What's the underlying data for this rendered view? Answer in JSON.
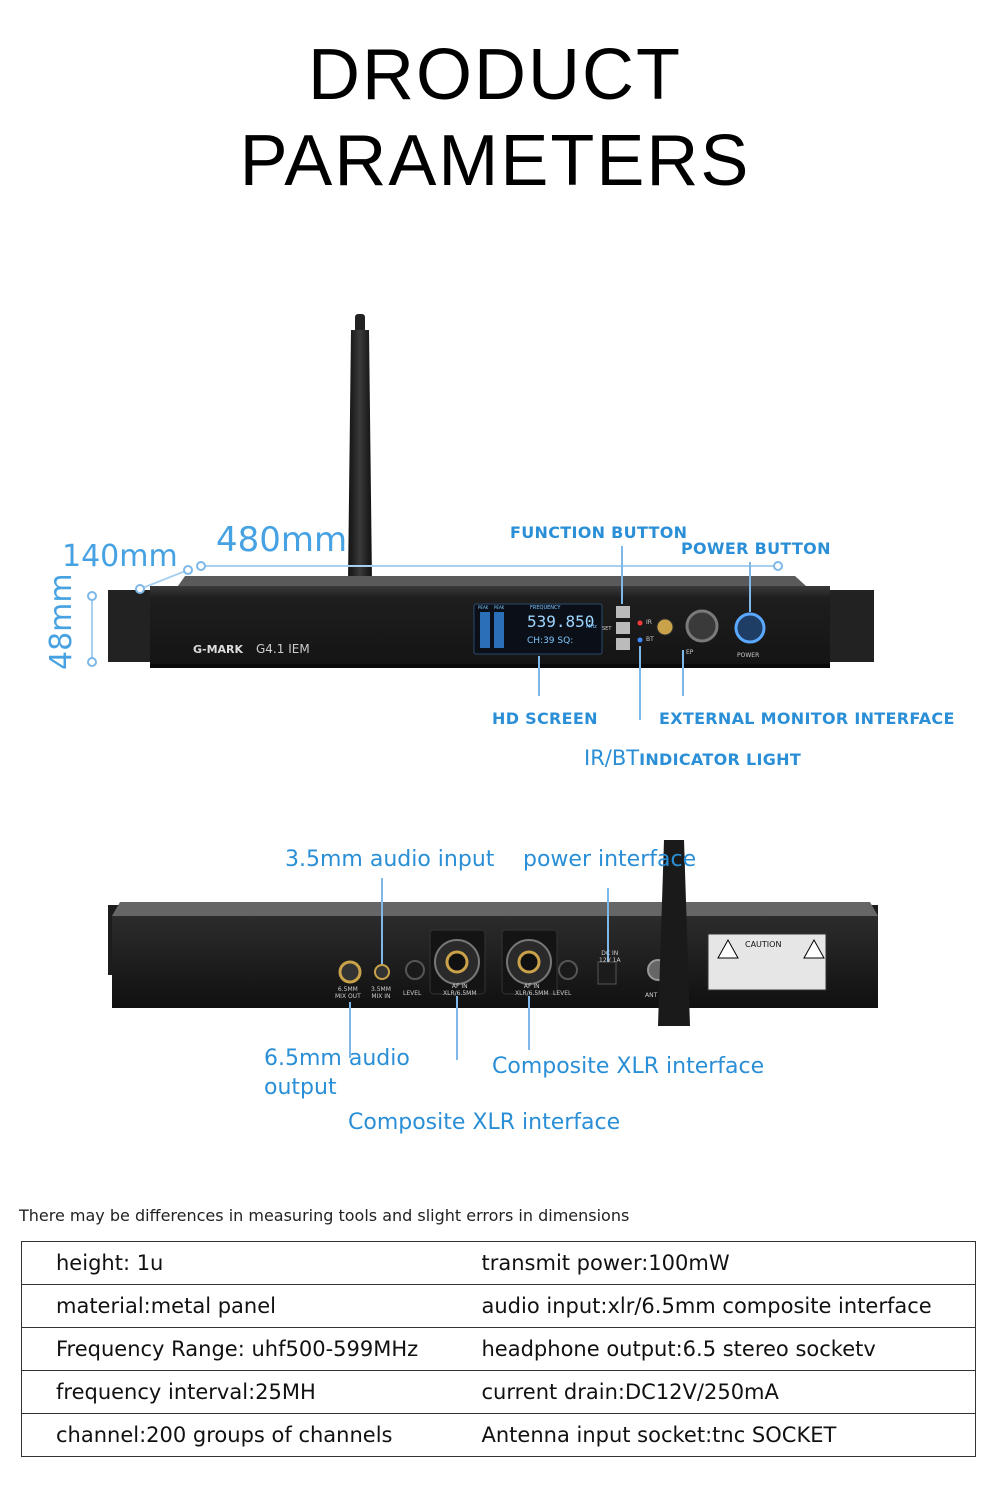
{
  "title": {
    "line1": "DRODUCT",
    "line2": "PARAMETERS"
  },
  "front": {
    "dimensions": {
      "depth": "140mm",
      "width": "480mm",
      "height": "48mm"
    },
    "callouts": {
      "function_button": "FUNCTION BUTTON",
      "power_button": "POWER BUTTON",
      "hd_screen": "HD SCREEN",
      "external_monitor": "EXTERNAL MONITOR INTERFACE",
      "ir_bt_prefix": "IR/BT",
      "ir_bt_suffix": "INDICATOR LIGHT"
    },
    "panel": {
      "brand": "G-MARK",
      "model": "G4.1 IEM",
      "frequency": "539.850",
      "freq_unit": "MHz",
      "channel_line": "CH:39  SQ:",
      "freq_caption": "FREQUENCY",
      "peak1": "PEAK",
      "peak2": "PEAK",
      "set": "SET",
      "ir": "IR",
      "bt": "BT",
      "power": "POWER",
      "ep": "EP"
    }
  },
  "rear": {
    "callouts": {
      "audio_in_35": "3.5mm audio input",
      "power_interface": "power interface",
      "audio_out_65_l1": "6.5mm audio",
      "audio_out_65_l2": "output",
      "xlr_right": "Composite XLR interface",
      "xlr_left": "Composite XLR interface"
    },
    "panel": {
      "mix_out": "6.5MM\nMIX OUT",
      "mix_in": "3.5MM\nMIX IN",
      "level1": "LEVEL",
      "af_in1": "AF IN\nXLR/6.5MM",
      "af_in2": "AF IN\nXLR/6.5MM",
      "level2": "LEVEL",
      "dc_in": "DC IN\n12V 1A",
      "ant": "ANT",
      "caution": "CAUTION"
    }
  },
  "note": "There may be differences in measuring tools and slight errors in dimensions",
  "specs": [
    [
      "height:   1u",
      "transmit power:100mW"
    ],
    [
      "material:metal panel",
      "audio input:xlr/6.5mm composite interface"
    ],
    [
      "Frequency Range: uhf500-599MHz",
      "headphone output:6.5 stereo socketv"
    ],
    [
      "frequency interval:25MH",
      "current drain:DC12V/250mA"
    ],
    [
      "channel:200 groups of channels",
      "Antenna input socket:tnc SOCKET"
    ]
  ],
  "colors": {
    "accent": "#2a8fd6",
    "panel": "#1a1a1a",
    "lcd": "#7fc8ff"
  }
}
